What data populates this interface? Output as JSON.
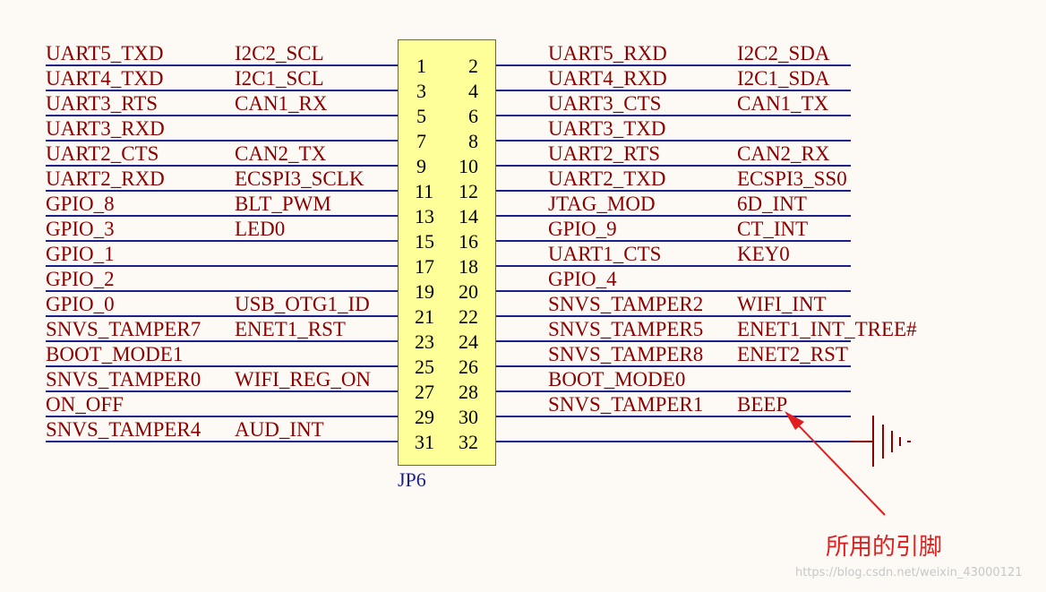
{
  "connector": {
    "ref": "JP6"
  },
  "rows": [
    {
      "odd": "1",
      "even": "2",
      "l1": "UART5_TXD",
      "l2": "I2C2_SCL",
      "r1": "UART5_RXD",
      "r2": "I2C2_SDA"
    },
    {
      "odd": "3",
      "even": "4",
      "l1": "UART4_TXD",
      "l2": "I2C1_SCL",
      "r1": "UART4_RXD",
      "r2": "I2C1_SDA"
    },
    {
      "odd": "5",
      "even": "6",
      "l1": "UART3_RTS",
      "l2": "CAN1_RX",
      "r1": "UART3_CTS",
      "r2": "CAN1_TX"
    },
    {
      "odd": "7",
      "even": "8",
      "l1": "UART3_RXD",
      "l2": "",
      "r1": "UART3_TXD",
      "r2": ""
    },
    {
      "odd": "9",
      "even": "10",
      "l1": "UART2_CTS",
      "l2": "CAN2_TX",
      "r1": "UART2_RTS",
      "r2": "CAN2_RX"
    },
    {
      "odd": "11",
      "even": "12",
      "l1": "UART2_RXD",
      "l2": "ECSPI3_SCLK",
      "r1": "UART2_TXD",
      "r2": "ECSPI3_SS0"
    },
    {
      "odd": "13",
      "even": "14",
      "l1": "GPIO_8",
      "l2": "BLT_PWM",
      "r1": "JTAG_MOD",
      "r2": "6D_INT"
    },
    {
      "odd": "15",
      "even": "16",
      "l1": "GPIO_3",
      "l2": "LED0",
      "r1": "GPIO_9",
      "r2": "CT_INT"
    },
    {
      "odd": "17",
      "even": "18",
      "l1": "GPIO_1",
      "l2": "",
      "r1": "UART1_CTS",
      "r2": "KEY0"
    },
    {
      "odd": "19",
      "even": "20",
      "l1": "GPIO_2",
      "l2": "",
      "r1": "GPIO_4",
      "r2": ""
    },
    {
      "odd": "21",
      "even": "22",
      "l1": "GPIO_0",
      "l2": "USB_OTG1_ID",
      "r1": "SNVS_TAMPER2",
      "r2": "WIFI_INT"
    },
    {
      "odd": "23",
      "even": "24",
      "l1": "SNVS_TAMPER7",
      "l2": "ENET1_RST",
      "r1": "SNVS_TAMPER5",
      "r2": "ENET1_INT_TREE#"
    },
    {
      "odd": "25",
      "even": "26",
      "l1": "BOOT_MODE1",
      "l2": "",
      "r1": "SNVS_TAMPER8",
      "r2": "ENET2_RST"
    },
    {
      "odd": "27",
      "even": "28",
      "l1": "SNVS_TAMPER0",
      "l2": "WIFI_REG_ON",
      "r1": "BOOT_MODE0",
      "r2": ""
    },
    {
      "odd": "29",
      "even": "30",
      "l1": "ON_OFF",
      "l2": "",
      "r1": "SNVS_TAMPER1",
      "r2": "BEEP"
    },
    {
      "odd": "31",
      "even": "32",
      "l1": "SNVS_TAMPER4",
      "l2": "AUD_INT",
      "r1": "",
      "r2": ""
    }
  ],
  "annotation": {
    "text": "所用的引脚",
    "color": "#e02020"
  },
  "watermark": "https://blog.csdn.net/weixin_43000121",
  "colors": {
    "wire": "#1a1f8c",
    "signal": "#8b0000",
    "connector_fill": "#ffff99"
  }
}
